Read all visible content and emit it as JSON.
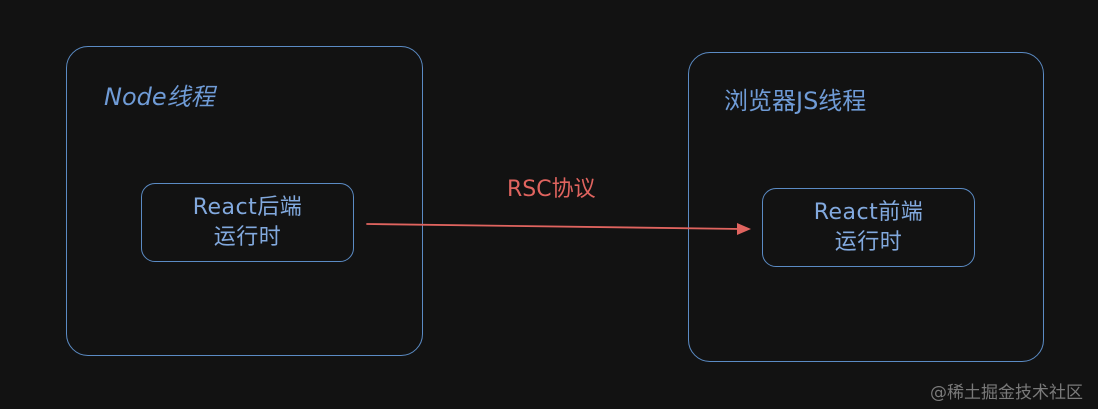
{
  "diagram": {
    "node_box": {
      "title": "Node线程"
    },
    "browser_box": {
      "title": "浏览器JS线程"
    },
    "backend": {
      "line1": "React后端",
      "line2": "运行时"
    },
    "frontend": {
      "line1": "React前端",
      "line2": "运行时"
    },
    "arrow": {
      "label": "RSC协议",
      "color": "#e0645f"
    },
    "border_color": "#5b8bc4",
    "text_color": "#82a9de",
    "background": "#121212"
  },
  "watermark": {
    "text": "@稀土掘金技术社区"
  }
}
